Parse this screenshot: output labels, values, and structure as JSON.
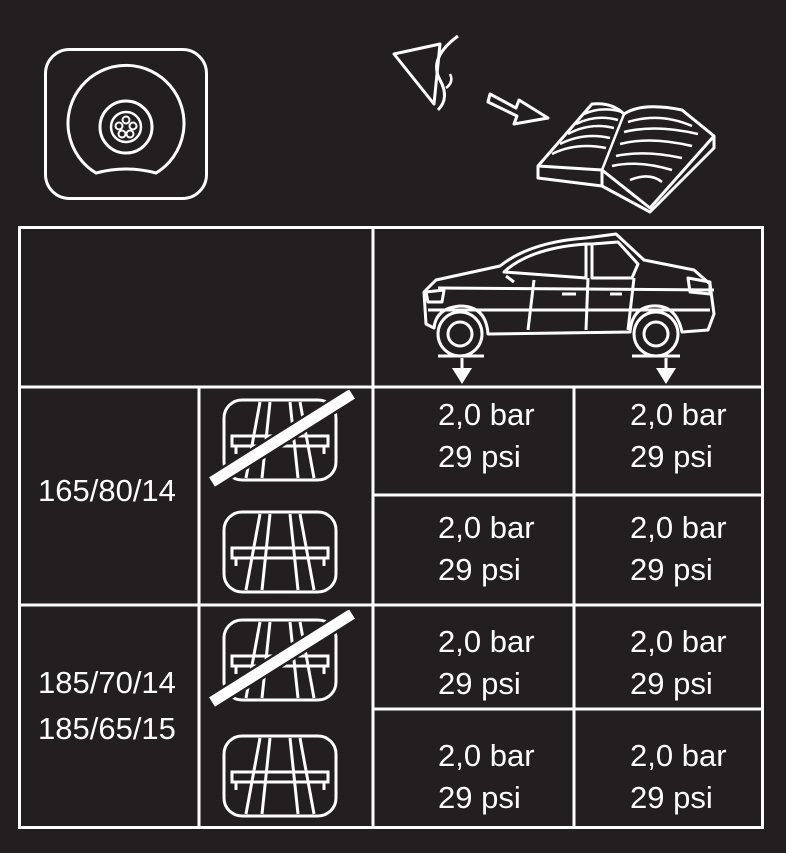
{
  "colors": {
    "background": "#231f20",
    "foreground": "#ffffff"
  },
  "header": {
    "spare_wheel_icon": "spare-wheel-icon",
    "eye_icon": "eye-icon",
    "arrow_icon": "arrow-right-icon",
    "book_icon": "open-book-icon"
  },
  "table": {
    "header_icon": "car-side-icon",
    "row_icons": {
      "chains_not_allowed": "snow-chains-crossed-icon",
      "chains_allowed": "snow-chains-icon"
    },
    "groups": [
      {
        "sizes": [
          "165/80/14"
        ],
        "rows": [
          {
            "front": {
              "bar": "2,0 bar",
              "psi": "29 psi"
            },
            "rear": {
              "bar": "2,0 bar",
              "psi": "29 psi"
            }
          },
          {
            "front": {
              "bar": "2,0 bar",
              "psi": "29 psi"
            },
            "rear": {
              "bar": "2,0 bar",
              "psi": "29 psi"
            }
          }
        ]
      },
      {
        "sizes": [
          "185/70/14",
          "185/65/15"
        ],
        "rows": [
          {
            "front": {
              "bar": "2,0 bar",
              "psi": "29 psi"
            },
            "rear": {
              "bar": "2,0 bar",
              "psi": "29 psi"
            }
          },
          {
            "front": {
              "bar": "2,0 bar",
              "psi": "29 psi"
            },
            "rear": {
              "bar": "2,0 bar",
              "psi": "29 psi"
            }
          }
        ]
      }
    ]
  }
}
